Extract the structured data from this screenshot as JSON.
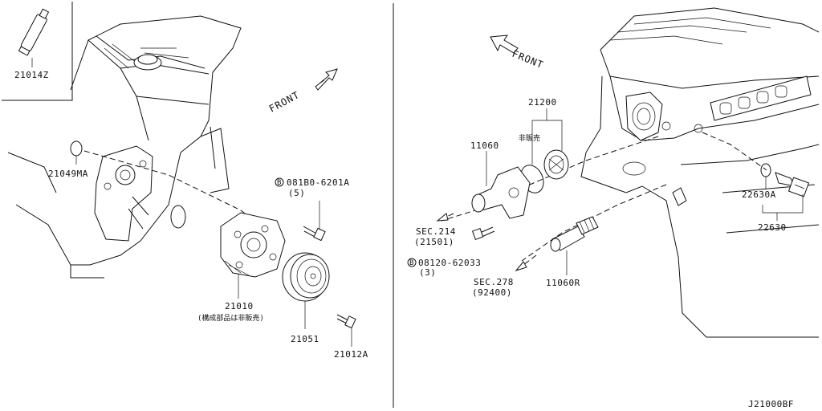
{
  "diagram": "J21000BF",
  "left": {
    "front_label": "FRONT",
    "parts": {
      "p21014z": "21014Z",
      "p21049ma": "21049MA",
      "bolt_circle": "B",
      "bolt_code": "081B0-6201A",
      "bolt_qty": "(5)",
      "p21010": "21010",
      "p21010_note": "(構成部品は非販売)",
      "p21051": "21051",
      "p21012a": "21012A"
    }
  },
  "right": {
    "front_label": "FRONT",
    "parts": {
      "p21200": "21200",
      "p21200_note": "非販売",
      "p11060": "11060",
      "sec214": "SEC.214",
      "sec214_sub": "(21501)",
      "bolt_circle": "B",
      "bolt_code": "08120-62033",
      "bolt_qty": "(3)",
      "sec278": "SEC.278",
      "sec278_sub": "(92400)",
      "p11060r": "11060R",
      "p22630a": "22630A",
      "p22630": "22630"
    }
  }
}
